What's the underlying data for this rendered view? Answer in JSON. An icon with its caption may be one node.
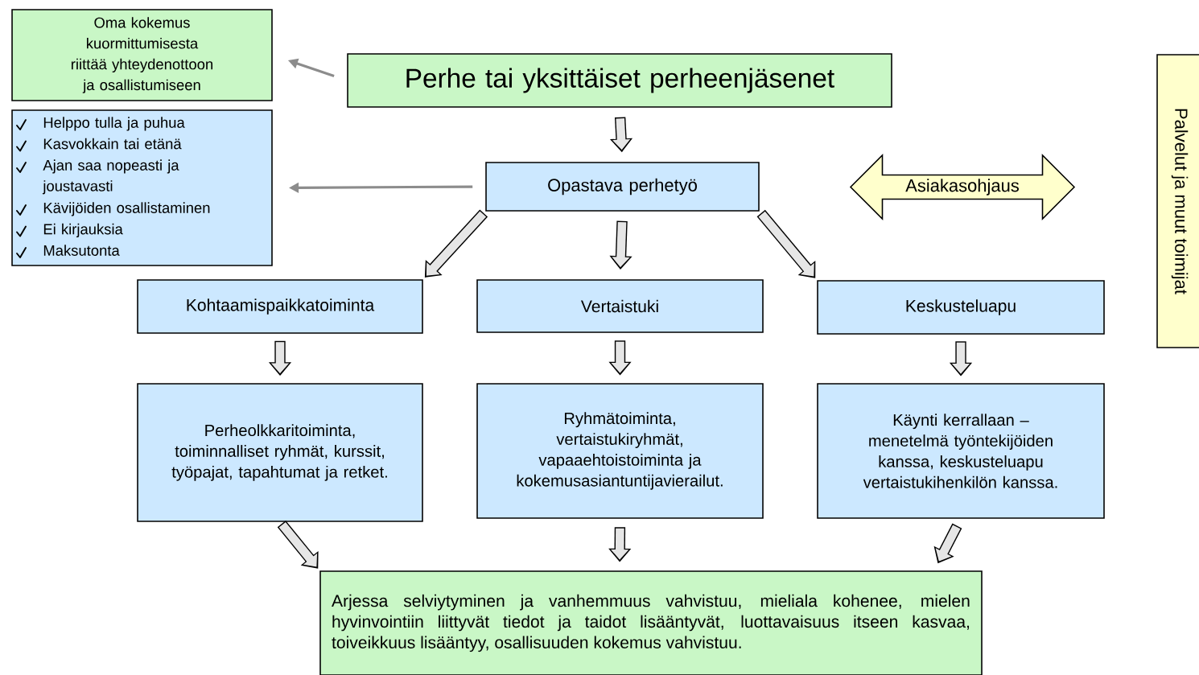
{
  "diagram": {
    "nodes": [
      {
        "text": [
          "Oma kokemus kuormittumisesta riittää yhteydenottoon ja osallistumiseen"
        ]
      },
      {
        "text": [
          "Helppo tulla ja puhua",
          "Kasvokkain tai etänä",
          "Ajan saa nopeasti ja joustavasti",
          "Kävijöiden osallistaminen",
          "Ei kirjauksia",
          "Maksutonta"
        ]
      },
      {
        "text": [
          "Perhe tai yksittäiset perheenjäsenet"
        ]
      },
      {
        "text": [
          "Opastava perhetyö"
        ]
      },
      {
        "text": [
          "Asiakasohjaus"
        ]
      },
      {
        "text": [
          "Palvelut ja muut toimijat"
        ]
      },
      {
        "text": [
          "Kohtaamispaikkatoiminta"
        ]
      },
      {
        "text": [
          "Vertaistuki"
        ]
      },
      {
        "text": [
          "Keskusteluapu"
        ]
      },
      {
        "text": [
          "Perheolkkaritoiminta, toiminnalliset ryhmät, kurssit, työpajat, tapahtumat ja retket."
        ]
      },
      {
        "text": [
          "Ryhmätoiminta, vertaistukiryhmät, vapaaehtoistoiminta ja kokemusasiantuntijavierailut."
        ]
      },
      {
        "text": [
          "Käynti kerrallaan –menetelmä työntekijöiden kanssa, keskusteluapu vertaistukihenkilön kanssa."
        ]
      },
      {
        "text": [
          "Arjessa selviytyminen ja vanhemmuus vahvistuu, mieliala kohenee, mielen hyvinvointiin liittyvät tiedot ja taidot lisääntyvät, luottavaisuus itseen kasvaa, toiveikkuus lisääntyy, osallisuuden kokemus vahvistuu."
        ]
      }
    ],
    "edges": [
      {
        "from": 2,
        "to": 0,
        "arrow": "to",
        "color": "#8c8c8c"
      },
      {
        "from": 3,
        "to": 1,
        "arrow": "to",
        "color": "#8c8c8c"
      },
      {
        "from": 2,
        "to": 3,
        "arrow": "to"
      },
      {
        "from": 3,
        "to": 6,
        "arrow": "to"
      },
      {
        "from": 3,
        "to": 7,
        "arrow": "to"
      },
      {
        "from": 3,
        "to": 8,
        "arrow": "to"
      },
      {
        "from": 6,
        "to": 9,
        "arrow": "to"
      },
      {
        "from": 7,
        "to": 10,
        "arrow": "to"
      },
      {
        "from": 8,
        "to": 11,
        "arrow": "to"
      },
      {
        "from": 9,
        "to": 12,
        "arrow": "to"
      },
      {
        "from": 10,
        "to": 12,
        "arrow": "to"
      },
      {
        "from": 11,
        "to": 12,
        "arrow": "to"
      }
    ]
  }
}
